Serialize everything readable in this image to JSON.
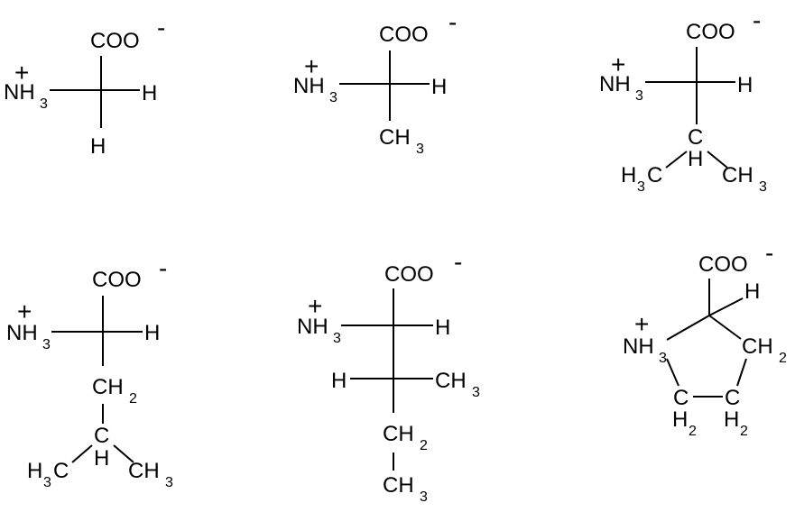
{
  "atoms": {
    "carboxylate": "COO",
    "ammonium": "NH",
    "hydrogen": "H",
    "carbon": "C",
    "methyl": "CH",
    "methylene": "CH"
  },
  "charges": {
    "positive": "+",
    "negative": "-"
  },
  "subscripts": {
    "two": "2",
    "three": "3"
  }
}
